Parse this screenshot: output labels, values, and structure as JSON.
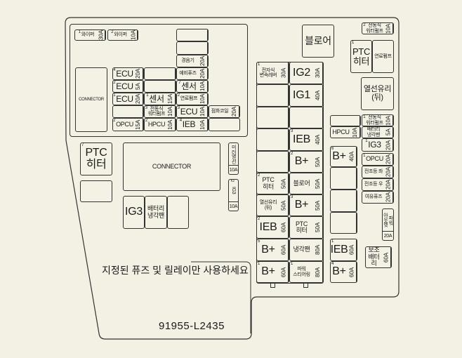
{
  "colors": {
    "background": "#f3f0e4",
    "line": "#333333"
  },
  "notice": "지정된 퓨즈 및 릴레이만 사용하세요",
  "part_number": "91955-L2435",
  "fuses": {
    "wiper1": {
      "num": "1",
      "label": "와이퍼",
      "rating": "30A"
    },
    "wiper2": {
      "num": "2",
      "label": "와이퍼",
      "rating": "10A"
    },
    "lp_empty1": {
      "num": "",
      "label": "",
      "rating": ""
    },
    "lp_empty2": {
      "num": "",
      "label": "",
      "rating": ""
    },
    "horn": {
      "num": "",
      "label": "경음기",
      "rating": "20A"
    },
    "spare": {
      "num": "",
      "label": "예비퓨즈",
      "rating": "20A"
    },
    "sensor7": {
      "num": "7",
      "label": "센서",
      "rating": "10A"
    },
    "fuelpump2": {
      "num": "2",
      "label": "연료펌프",
      "rating": "10A"
    },
    "ecu3": {
      "num": "3",
      "label": "ECU",
      "rating": "10A"
    },
    "ieb4": {
      "num": "4",
      "label": "IEB",
      "rating": "10A"
    },
    "igncoil": {
      "num": "",
      "label": "점화코일",
      "rating": "20A"
    },
    "lp_empty3": {
      "num": "",
      "label": "",
      "rating": ""
    },
    "ecu4": {
      "num": "4",
      "label": "ECU",
      "rating": "20A"
    },
    "ecu2": {
      "num": "2",
      "label": "ECU",
      "rating": "5A"
    },
    "ecu1": {
      "num": "1",
      "label": "ECU",
      "rating": "20A"
    },
    "lp_empty4": {
      "num": "",
      "label": "",
      "rating": ""
    },
    "opcu2": {
      "num": "2",
      "label": "OPCU",
      "rating": "15A"
    },
    "lp_empty5": {
      "num": "",
      "label": "",
      "rating": ""
    },
    "lp_empty6": {
      "num": "",
      "label": "",
      "rating": ""
    },
    "sensor1": {
      "num": "1",
      "label": "센서",
      "rating": "15A"
    },
    "waterpump3": {
      "num": "3",
      "label": "전동식\n워터펌프",
      "rating": "10A"
    },
    "hpcu2": {
      "num": "2",
      "label": "HPCU",
      "rating": "10A"
    },
    "connector_small": {
      "num": "",
      "label": "CONNECTOR",
      "rating": ""
    },
    "ptc7": {
      "num": "7",
      "label": "PTC\n히터",
      "rating": ""
    },
    "ll_empty1": {
      "num": "",
      "label": "",
      "rating": ""
    },
    "connector_big": {
      "num": "",
      "label": "CONNECTOR",
      "rating": ""
    },
    "ig3_relay": {
      "num": "",
      "label": "IG3",
      "rating": ""
    },
    "battfan_relay": {
      "num": "",
      "label": "배터리\n냉각팬",
      "rating": ""
    },
    "ll_empty2": {
      "num": "",
      "label": "",
      "rating": ""
    },
    "mirror": {
      "num": "",
      "label": "미러열선",
      "rating": "10A"
    },
    "ig3_small": {
      "num": "2",
      "label": "IG3",
      "rating": "10A"
    },
    "blower_relay": {
      "num": "",
      "label": "블로어",
      "rating": ""
    },
    "waterpump2": {
      "num": "2",
      "label": "전동식\n워터펌프",
      "rating": "10A"
    },
    "ptc1_relay": {
      "num": "1",
      "label": "PTC\n히터",
      "rating": ""
    },
    "fuelpump_relay": {
      "num": "",
      "label": "연료펌프",
      "rating": ""
    },
    "reardefog_relay": {
      "num": "",
      "label": "열선유리\n(뒤)",
      "rating": ""
    },
    "rm_empty1": {
      "num": "",
      "label": "",
      "rating": ""
    },
    "hpcu": {
      "num": "",
      "label": "HPCU",
      "rating": "10A"
    },
    "waterpump1": {
      "num": "1",
      "label": "전동식\n워터펌프",
      "rating": "10A"
    },
    "battfan": {
      "num": "",
      "label": "배터리\n냉각팬",
      "rating": "5A"
    },
    "ig3_1": {
      "num": "1",
      "label": "IG3",
      "rating": "20A"
    },
    "opcu1": {
      "num": "1",
      "label": "OPCU",
      "rating": "20A"
    },
    "headlamp_l": {
      "num": "",
      "label": "전조등 좌",
      "rating": "20A"
    },
    "headlamp_r": {
      "num": "",
      "label": "전조등 우",
      "rating": "20A"
    },
    "spare2": {
      "num": "",
      "label": "여유퓨즈",
      "rating": "20A"
    },
    "poweroutlet": {
      "num": "",
      "label": "파워\n아웃렛",
      "rating": "20A"
    },
    "aux_battery": {
      "num": "",
      "label": "보조\n배터리",
      "rating": "60A"
    },
    "bplus6": {
      "num": "6",
      "label": "B+",
      "rating": "40A"
    },
    "rm_empty2": {
      "num": "",
      "label": "",
      "rating": ""
    },
    "rm_empty3": {
      "num": "",
      "label": "",
      "rating": ""
    },
    "rm_empty4": {
      "num": "",
      "label": "",
      "rating": ""
    },
    "ieb1": {
      "num": "1",
      "label": "IEB",
      "rating": "60A"
    },
    "bplus4": {
      "num": "4",
      "label": "B+",
      "rating": "60A"
    },
    "shiftlever1": {
      "num": "1",
      "label": "전자식\n변속레버",
      "rating": "30A"
    },
    "g_l1": {
      "num": "",
      "label": "",
      "rating": ""
    },
    "g_l2": {
      "num": "",
      "label": "",
      "rating": ""
    },
    "g_l3": {
      "num": "",
      "label": "",
      "rating": ""
    },
    "g_l4": {
      "num": "",
      "label": "",
      "rating": ""
    },
    "ptc2": {
      "num": "2",
      "label": "PTC\n히터",
      "rating": "50A"
    },
    "reardefog": {
      "num": "",
      "label": "열선유리\n(뒤)",
      "rating": "50A"
    },
    "ieb2": {
      "num": "2",
      "label": "IEB",
      "rating": "60A"
    },
    "bplus5": {
      "num": "5",
      "label": "B+",
      "rating": "60A"
    },
    "bplus1": {
      "num": "1",
      "label": "B+",
      "rating": "60A"
    },
    "ig2": {
      "num": "",
      "label": "IG2",
      "rating": "30A"
    },
    "ig1": {
      "num": "",
      "label": "IG1",
      "rating": "40A"
    },
    "g_r2": {
      "num": "",
      "label": "",
      "rating": ""
    },
    "ieb3": {
      "num": "3",
      "label": "IEB",
      "rating": "40A"
    },
    "bplus2": {
      "num": "2",
      "label": "B+",
      "rating": "50A"
    },
    "blower": {
      "num": "",
      "label": "블로어",
      "rating": "50A"
    },
    "bplus3": {
      "num": "3",
      "label": "B+",
      "rating": "50A"
    },
    "ptc": {
      "num": "",
      "label": "PTC\n히터",
      "rating": "50A"
    },
    "coolfan": {
      "num": "",
      "label": "냉각팬",
      "rating": "80A"
    },
    "powersteer1": {
      "num": "1",
      "label": "파워\n스티어링",
      "rating": "80A"
    }
  }
}
